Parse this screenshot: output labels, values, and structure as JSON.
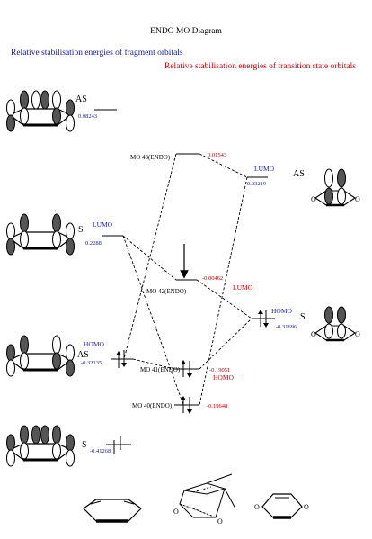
{
  "title": "ENDO MO Diagram",
  "legend": {
    "fragment": "Relative stabilisation energies of fragment orbitals",
    "transition_state": "Relative stabilisation energies of transition state orbitals"
  },
  "colors": {
    "fragment_blue": "#1a1aa0",
    "ts_red": "#c00000",
    "line": "#000000"
  },
  "left_fragment": {
    "as_top": {
      "symmetry": "AS",
      "energy": "0.08243"
    },
    "s_lumo": {
      "symmetry": "S",
      "label": "LUMO",
      "energy": "0.2288"
    },
    "as_homo": {
      "symmetry": "AS",
      "label": "HOMO",
      "energy": "-0.32135"
    },
    "s_bottom": {
      "symmetry": "S",
      "energy": "-0.41268"
    }
  },
  "right_fragment": {
    "as_lumo": {
      "symmetry": "AS",
      "label": "LUMO",
      "energy": "0.03219"
    },
    "s_homo": {
      "symmetry": "S",
      "label": "HOMO",
      "energy": "-0.31696"
    }
  },
  "ts_orbitals": [
    {
      "name": "MO 43(ENDO)",
      "energy": "0.01543"
    },
    {
      "name": "MO 42(ENDO)",
      "energy": "-0.00462",
      "tag": "LUMO"
    },
    {
      "name": "MO 41(ENDO)",
      "energy": "-0.19051",
      "tag": "HOMO"
    },
    {
      "name": "MO 40(ENDO)",
      "energy": "-0.19648"
    }
  ],
  "oxygen_symbol": "O"
}
